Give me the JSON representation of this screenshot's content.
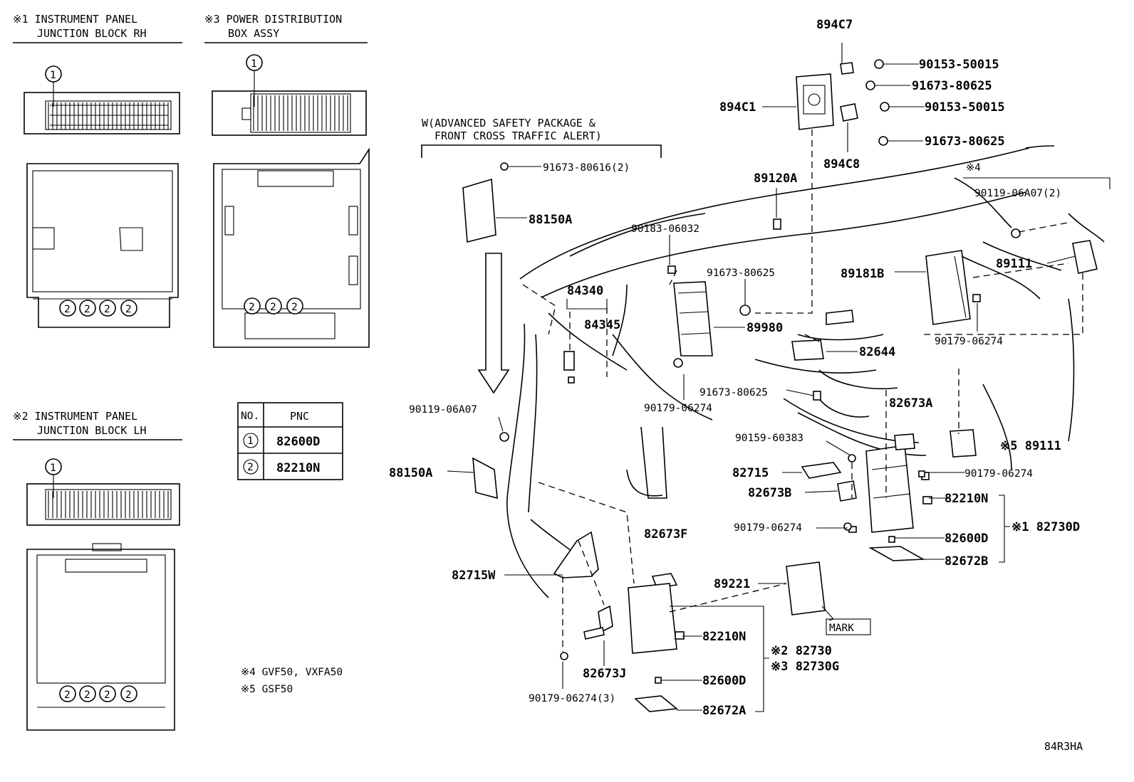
{
  "inset1": {
    "title_line1": "※1 INSTRUMENT PANEL",
    "title_line2": "JUNCTION BLOCK RH"
  },
  "inset3": {
    "title_line1": "※3 POWER DISTRIBUTION",
    "title_line2": "BOX ASSY"
  },
  "inset2": {
    "title_line1": "※2 INSTRUMENT PANEL",
    "title_line2": "JUNCTION BLOCK LH"
  },
  "callouts": {
    "one": "1",
    "two": "2"
  },
  "pnc_table": {
    "col_no": "NO.",
    "col_pnc": "PNC",
    "rows": [
      {
        "no": "1",
        "pnc": "82600D"
      },
      {
        "no": "2",
        "pnc": "82210N"
      }
    ]
  },
  "notes": {
    "note4": "※4 GVF50, VXFA50",
    "note5": "※5 GSF50"
  },
  "group_w": {
    "line1": "W(ADVANCED SAFETY PACKAGE &",
    "line2": "FRONT CROSS TRAFFIC ALERT)"
  },
  "labels": {
    "p894C7": "894C7",
    "p90153_50015_a": "90153-50015",
    "p91673_80625_a": "91673-80625",
    "p894C1": "894C1",
    "p90153_50015_b": "90153-50015",
    "p91673_80625_b": "91673-80625",
    "p894C8": "894C8",
    "p91673_80616": "91673-80616(2)",
    "p88150A_top": "88150A",
    "p89120A": "89120A",
    "mark4": "※4",
    "p90119_06A07_2": "90119-06A07(2)",
    "p90183_06032": "90183-06032",
    "p84340": "84340",
    "p84345": "84345",
    "p91673_80625_c": "91673-80625",
    "p89181B": "89181B",
    "p89111_top": "89111",
    "p89980": "89980",
    "p82644": "82644",
    "p90179_06274_a": "90179-06274",
    "p91673_80625_d": "91673-80625",
    "p90179_06274_b": "90179-06274",
    "p90119_06A07": "90119-06A07",
    "p82673A": "82673A",
    "p89111_bot": "※5 89111",
    "p90159_60383": "90159-60383",
    "p88150A_bot": "88150A",
    "p82715": "82715",
    "p90179_06274_c": "90179-06274",
    "p82673B": "82673B",
    "p82210N_a": "82210N",
    "p82730D": "※1 82730D",
    "p90179_06274_d": "90179-06274",
    "p82600D_a": "82600D",
    "p82673F": "82673F",
    "p82672B": "82672B",
    "p82715W": "82715W",
    "p89221": "89221",
    "mark": "MARK",
    "p82210N_b": "82210N",
    "p82730": "※2 82730",
    "p82730G": "※3 82730G",
    "p82673J": "82673J",
    "p82600D_b": "82600D",
    "p90179_06274_3": "90179-06274(3)",
    "p82672A": "82672A"
  },
  "figure_id": "84R3HA"
}
